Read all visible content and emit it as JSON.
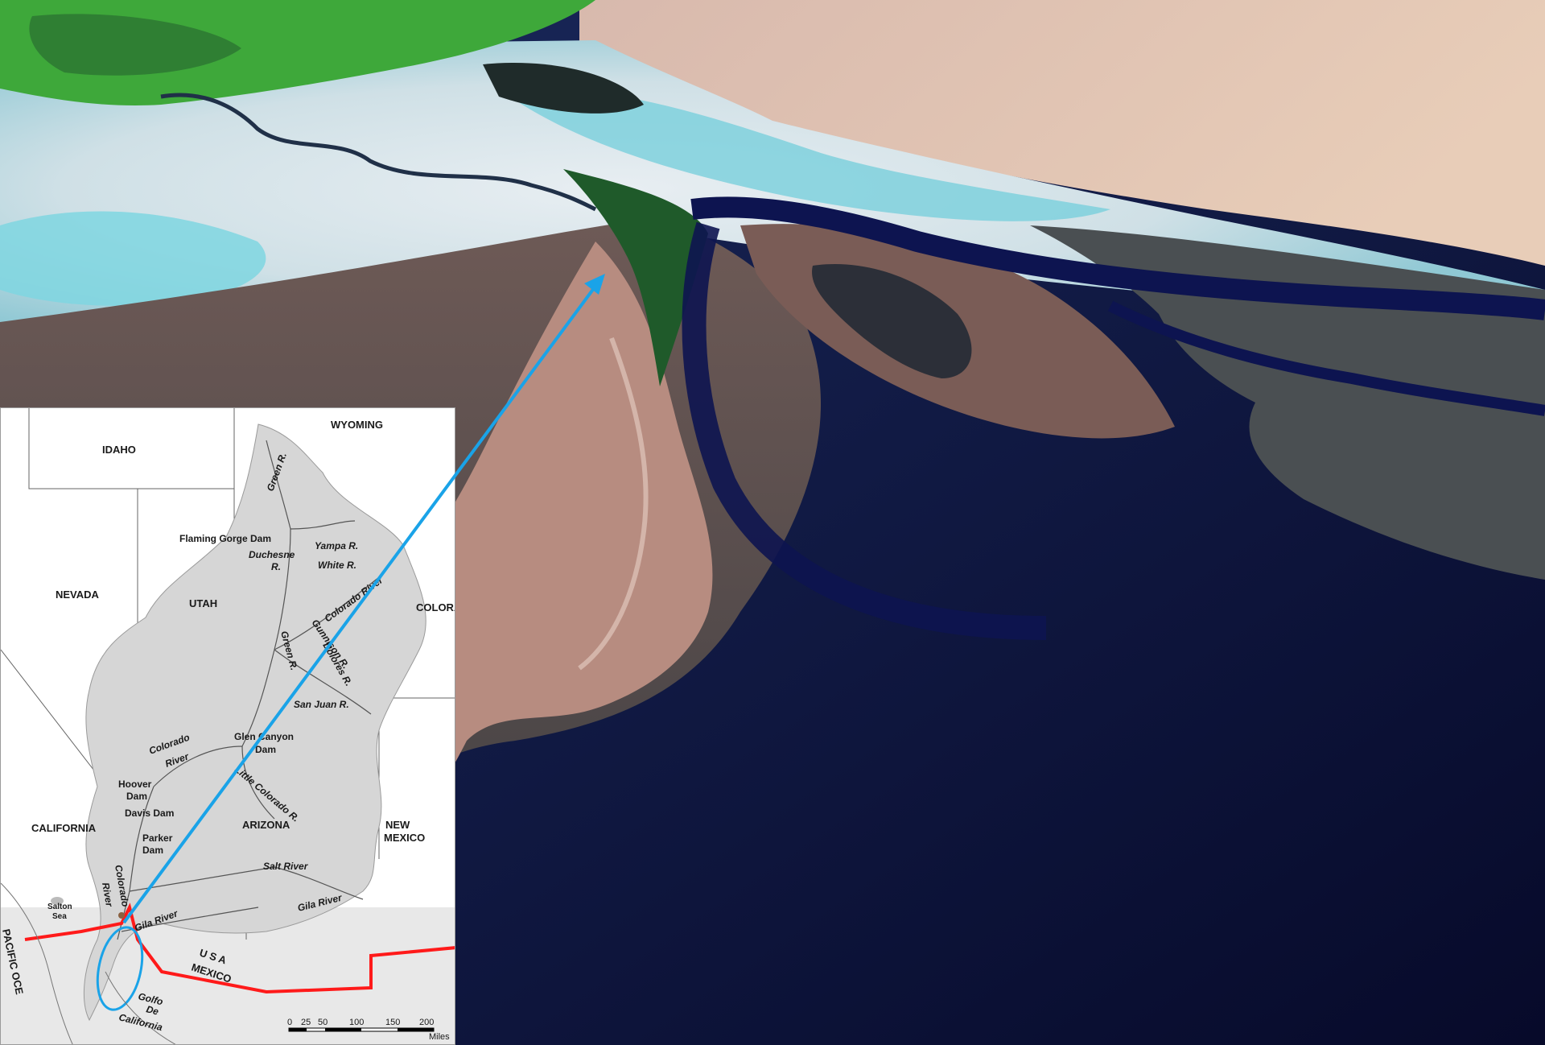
{
  "inset_map": {
    "states": [
      "WYOMING",
      "IDAHO",
      "NEVADA",
      "UTAH",
      "COLORA",
      "CALIFORNIA",
      "ARIZONA",
      "NEW",
      "MEXICO"
    ],
    "rivers": {
      "green_1": "Green R.",
      "yampa": "Yampa R.",
      "duchesne_1": "Duchesne",
      "duchesne_2": "R.",
      "white": "White R.",
      "green_2": "Green R.",
      "colorado_upper": "Colorado River",
      "gunnison": "Gunnison R.",
      "dolores": "Dolores R.",
      "san_juan": "San Juan R.",
      "colorado_mid_1": "Colorado",
      "colorado_mid_2": "River",
      "little_colorado": "Little Colorado R.",
      "salt": "Salt River",
      "gila_east": "Gila River",
      "colorado_lower_1": "Colorado",
      "colorado_lower_2": "River",
      "gila_west": "Gila River"
    },
    "dams": {
      "flaming_gorge": "Flaming Gorge Dam",
      "glen_canyon_1": "Glen Canyon",
      "glen_canyon_2": "Dam",
      "hoover_1": "Hoover",
      "hoover_2": "Dam",
      "davis": "Davis Dam",
      "parker_1": "Parker",
      "parker_2": "Dam"
    },
    "other": {
      "salton_1": "Salton",
      "salton_2": "Sea",
      "usa": "U S A",
      "mexico": "MEXICO",
      "golfo_1": "Golfo",
      "golfo_2": "De",
      "golfo_3": "California",
      "pacific": "PACIFIC OCE"
    },
    "scale_bar": {
      "ticks": [
        "0",
        "25",
        "50",
        "100",
        "150",
        "200"
      ],
      "unit": "Miles"
    }
  },
  "colors": {
    "border_line": "#ff1a1a",
    "highlight_arrow": "#1aa3e8",
    "water": "#0d1450",
    "vegetation": "#3ea83a",
    "desert": "#cfa898",
    "saltflat": "#6fd0dc"
  }
}
